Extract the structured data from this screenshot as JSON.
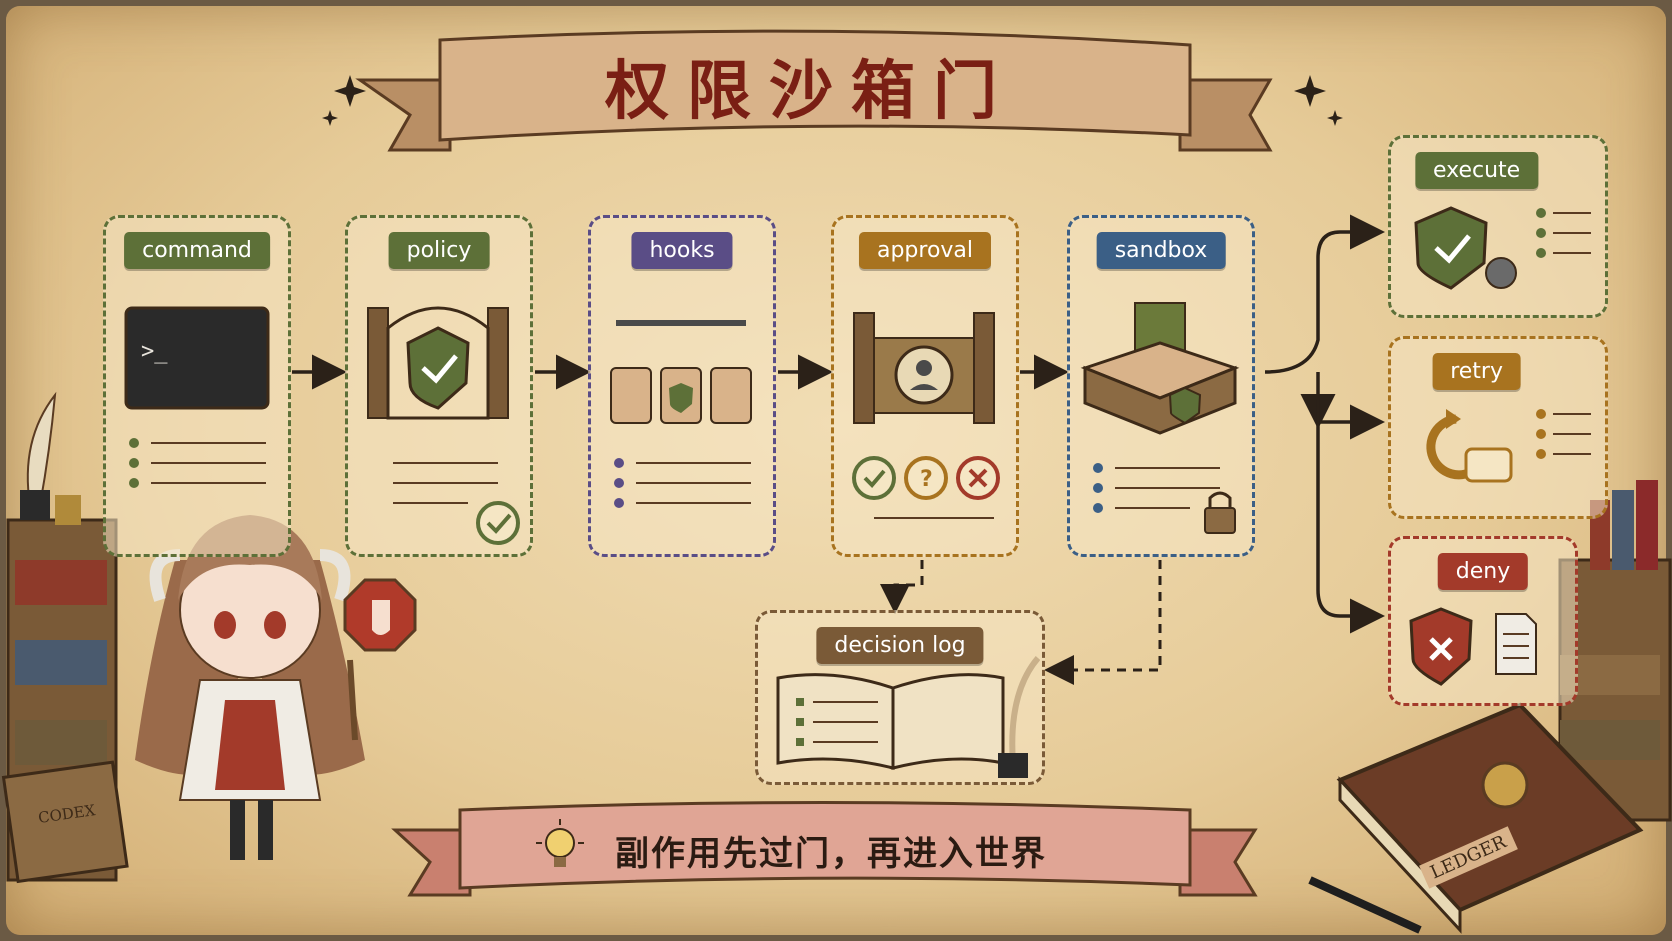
{
  "title": "权限沙箱门",
  "motto": "副作用先过门，再进入世界",
  "stages": [
    {
      "label": "command",
      "color": "#5d7038"
    },
    {
      "label": "policy",
      "color": "#5d7038"
    },
    {
      "label": "hooks",
      "color": "#5a4d86"
    },
    {
      "label": "approval",
      "color": "#a8731f"
    },
    {
      "label": "sandbox",
      "color": "#3b5f86"
    }
  ],
  "outcomes": [
    {
      "label": "execute",
      "color": "#5d7038"
    },
    {
      "label": "retry",
      "color": "#a8731f"
    },
    {
      "label": "deny",
      "color": "#a33a2a"
    }
  ],
  "log": {
    "label": "decision log",
    "color": "#7a5a37"
  },
  "props": {
    "crate_label": "CODEX",
    "ledger_label": "LEDGER"
  },
  "icons": [
    "terminal-icon",
    "gate-shield-icon",
    "hooks-tags-icon",
    "approval-gate-icon",
    "sandbox-box-icon",
    "shield-check-icon",
    "retry-arrow-icon",
    "shield-x-icon",
    "open-book-icon",
    "lightbulb-icon"
  ]
}
